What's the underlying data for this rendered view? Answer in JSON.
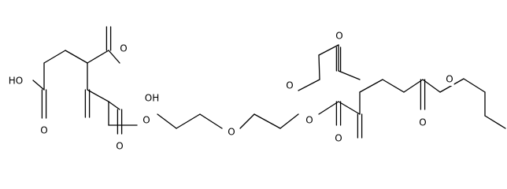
{
  "molecule": {
    "atom_labels": {
      "ho_left": "HO",
      "o_acid1_carbonyl": "O",
      "o_acid2_carbonyl": "O",
      "oh_acid2": "OH",
      "o_ester1_carbonyl": "O",
      "o_ester1_link": "O",
      "o_ether": "O",
      "o_ester2_link": "O",
      "o_ester2_carbonyl": "O",
      "o_ester3_carbonyl": "O",
      "o_ester3_link": "O",
      "o_ester4_carbonyl": "O",
      "o_ester4_link": "O"
    }
  }
}
